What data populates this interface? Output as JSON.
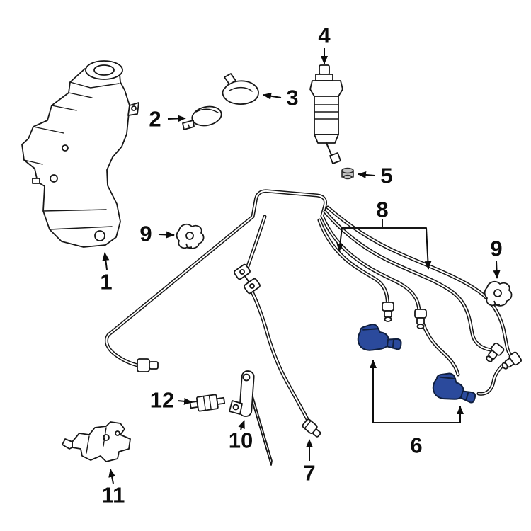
{
  "callouts": {
    "c1": "1",
    "c2": "2",
    "c3": "3",
    "c4": "4",
    "c5": "5",
    "c6": "6",
    "c7": "7",
    "c8": "8",
    "c9_left": "9",
    "c9_right": "9",
    "c10": "10",
    "c11": "11",
    "c12": "12"
  },
  "colors": {
    "highlight": "#2b4a9c",
    "line": "#171717",
    "background": "#ffffff",
    "border": "#bdbdbd"
  }
}
